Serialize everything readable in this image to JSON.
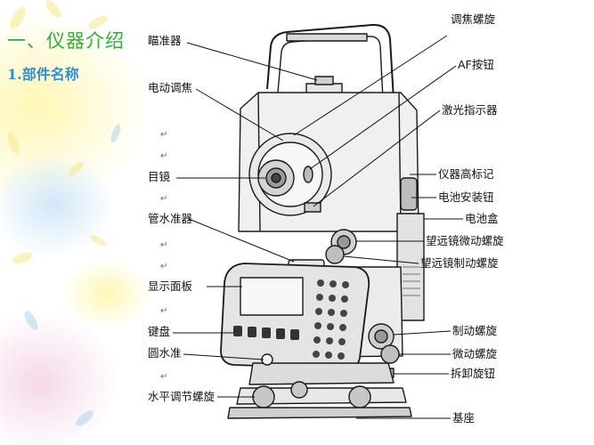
{
  "slide": {
    "heading": "一、仪器介绍",
    "subheading": "1.部件名称"
  },
  "diagram": {
    "labels_left": {
      "sight": "瞄准器",
      "focus_motor": "电动调焦",
      "eyepiece": "目镜",
      "tube_level": "管水准器",
      "display": "显示面板",
      "keyboard": "键盘",
      "circular_level": "圆水准",
      "level_screw": "水平调节螺旋"
    },
    "labels_right": {
      "focus_knob": "调焦螺旋",
      "af_button": "AF按钮",
      "laser_pointer": "激光指示器",
      "height_mark": "仪器高标记",
      "battery_button": "电池安装钮",
      "battery_box": "电池盒",
      "telescope_fine": "望远镜微动螺旋",
      "telescope_clamp": "望远镜制动螺旋",
      "clamp_screw": "制动螺旋",
      "fine_screw": "微动螺旋",
      "release_knob": "拆卸旋钮",
      "base": "基座"
    }
  }
}
